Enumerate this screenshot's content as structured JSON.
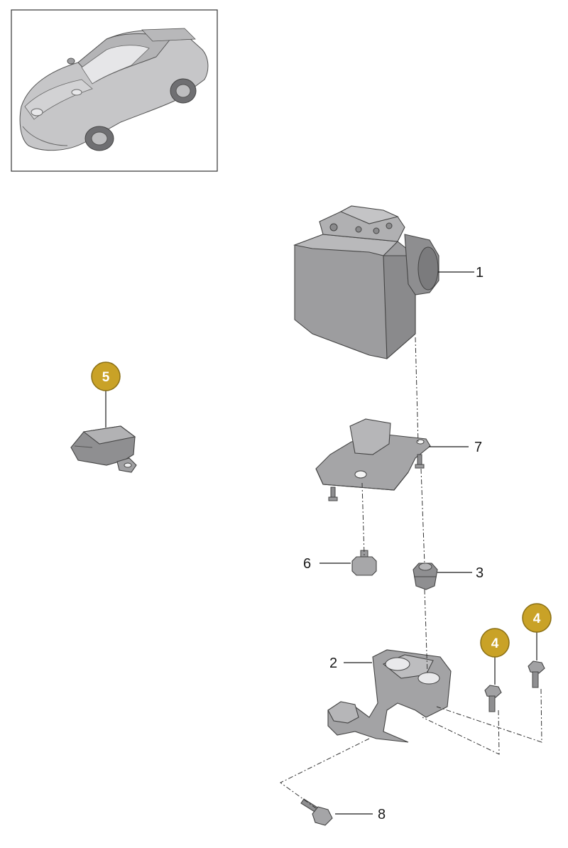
{
  "callouts": {
    "c1": "1",
    "c2": "2",
    "c3": "3",
    "c6": "6",
    "c7": "7",
    "c8": "8"
  },
  "badges": {
    "b5": "5",
    "b4a": "4",
    "b4b": "4"
  },
  "colors": {
    "badge_fill": "#c9a227",
    "part_fill": "#a9a9ab",
    "part_shade": "#8c8c8e",
    "line": "#1a1a1a"
  },
  "icons": {
    "thumbnail": "sports-car-icon"
  }
}
